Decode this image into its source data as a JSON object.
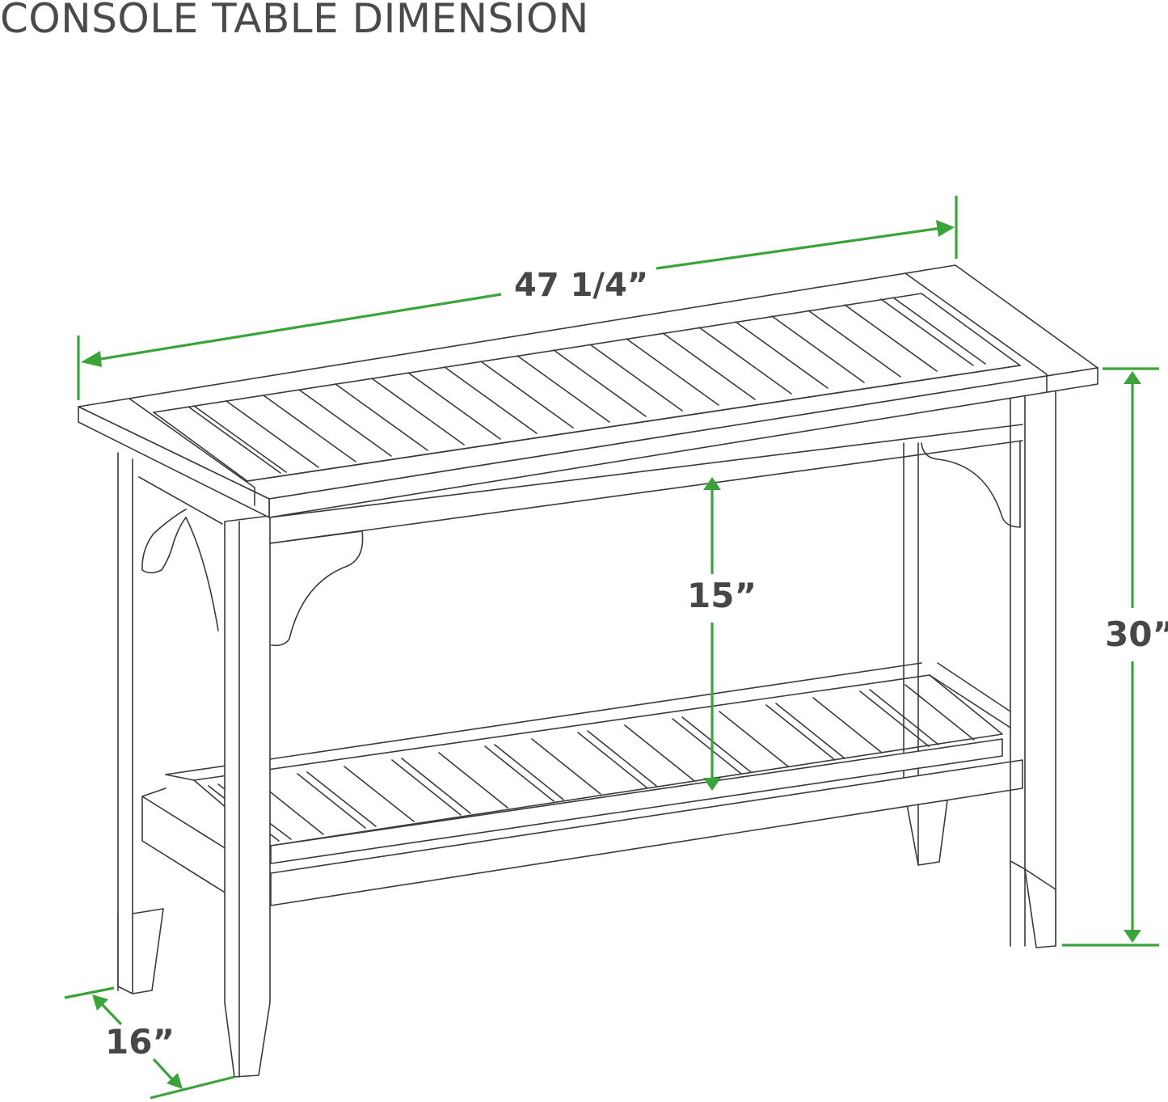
{
  "title": "CONSOLE TABLE DIMENSION",
  "colors": {
    "dimension_line": "#3aa33a",
    "label_text": "#474747",
    "title_text": "#4a4a4a",
    "drawing_stroke": "#3a3a3a",
    "background": "#ffffff"
  },
  "dimensions": {
    "width": {
      "label": "47 1/4”",
      "measures": "overall width"
    },
    "height": {
      "label": "30”",
      "measures": "overall height"
    },
    "shelf_clearance": {
      "label": "15”",
      "measures": "space between top and lower shelf"
    },
    "depth": {
      "label": "16”",
      "measures": "overall depth"
    }
  },
  "illustration": {
    "subject": "console table line drawing",
    "top_slats": 20,
    "shelf_slats": 16,
    "legs": 4
  }
}
